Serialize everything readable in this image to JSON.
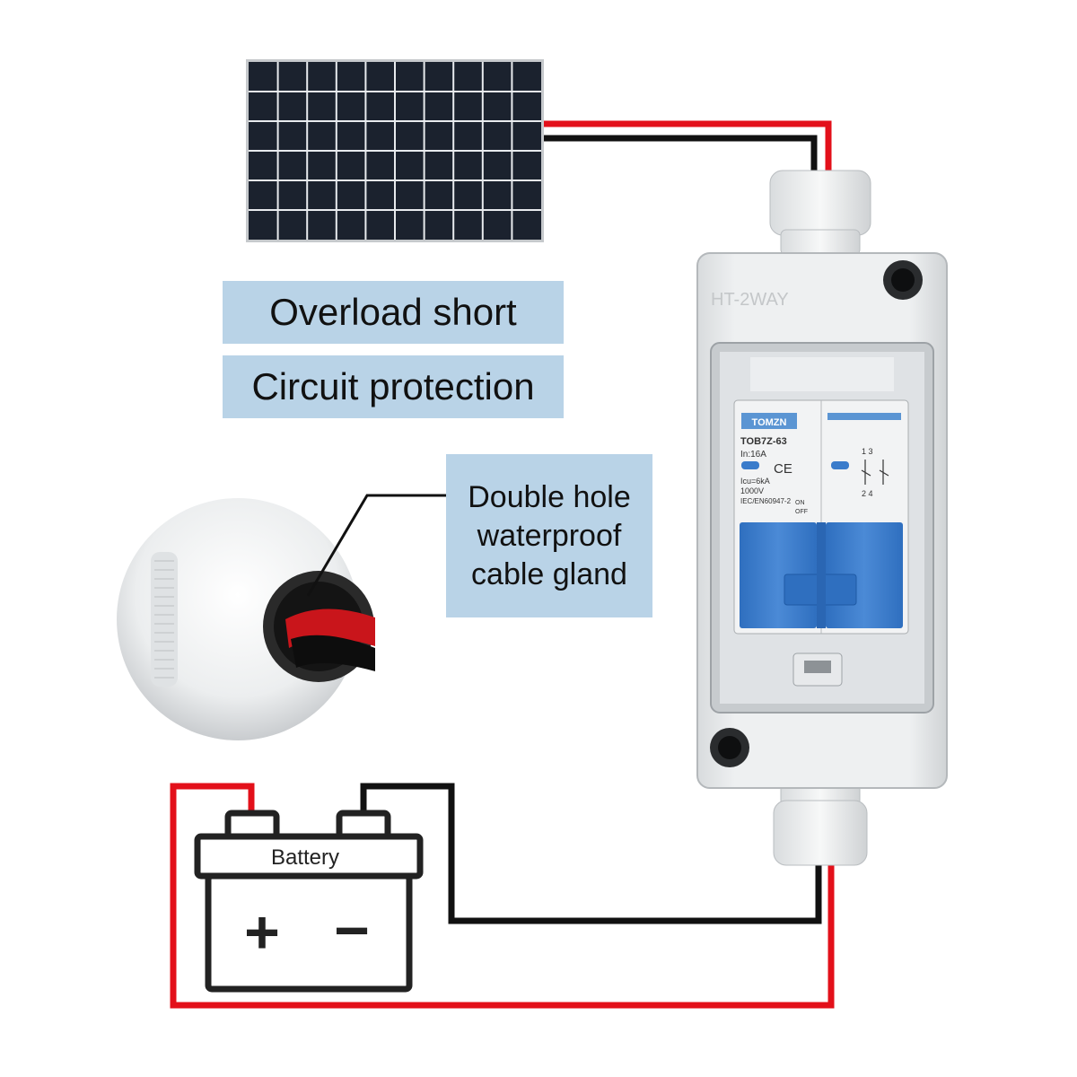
{
  "labels": {
    "overload": "Overload short",
    "circuit": "Circuit protection",
    "gland_line1": "Double hole",
    "gland_line2": "waterproof",
    "gland_line3": "cable gland"
  },
  "battery": {
    "label": "Battery",
    "plus": "+",
    "minus": "−"
  },
  "breaker": {
    "brand": "TOMZN",
    "model": "TOB7Z-63",
    "rating": "In:16A",
    "icu": "Icu=6kA",
    "voltage": "1000V",
    "standard": "IEC/EN60947-2",
    "on": "ON",
    "off": "OFF",
    "ce": "CE",
    "enclosure_mark": "HT-2WAY",
    "terminals_top": "1 3",
    "terminals_bottom": "2 4"
  },
  "colors": {
    "positive_wire": "#e3101a",
    "negative_wire": "#111111",
    "label_bg": "#b9d3e7",
    "breaker_blue": "#3a7ccb"
  }
}
